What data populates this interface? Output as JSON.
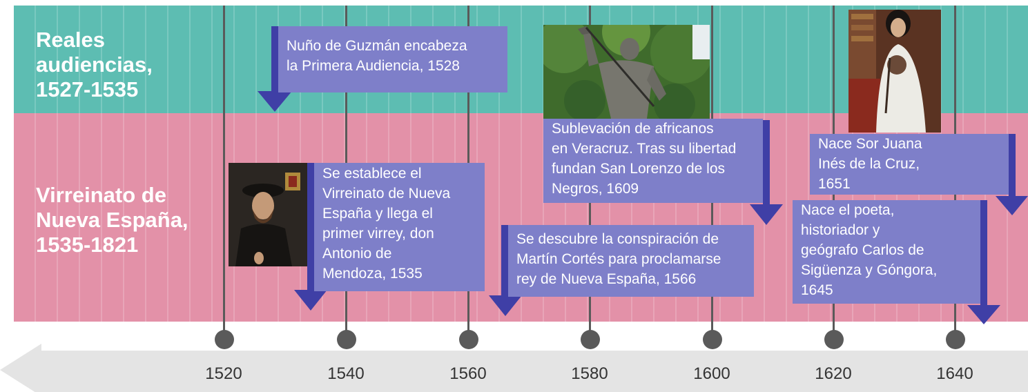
{
  "periods": [
    {
      "label": "Reales\naudiencias,\n1527-1535",
      "color": "#5dbdb2"
    },
    {
      "label": "Virreinato de\nNueva España,\n1535-1821",
      "color": "#e391a8"
    }
  ],
  "axis": {
    "years": [
      "1520",
      "1540",
      "1560",
      "1580",
      "1600",
      "1620",
      "1640"
    ]
  },
  "events": [
    {
      "text": "Nuño de Guzmán encabeza\nla Primera Audiencia, 1528"
    },
    {
      "text": "Se establece el\nVirreinato de Nueva\nEspaña y llega el\nprimer virrey, don\nAntonio de\nMendoza, 1535"
    },
    {
      "text": "Se descubre la conspiración de\nMartín Cortés para proclamarse\nrey de Nueva España, 1566"
    },
    {
      "text": "Sublevación de africanos\nen Veracruz. Tras su libertad\nfundan San Lorenzo de los\nNegros, 1609"
    },
    {
      "text": "Nace el poeta,\nhistoriador y\ngeógrafo Carlos de\nSigüenza y Góngora,\n1645"
    },
    {
      "text": "Nace Sor Juana\nInés de la Cruz,\n1651"
    }
  ],
  "colors": {
    "event_box": "#7e7fc9",
    "event_arrow": "#3f3fa6",
    "axis_arrow": "#e4e4e4",
    "timeline_line": "#5a5a5a"
  }
}
